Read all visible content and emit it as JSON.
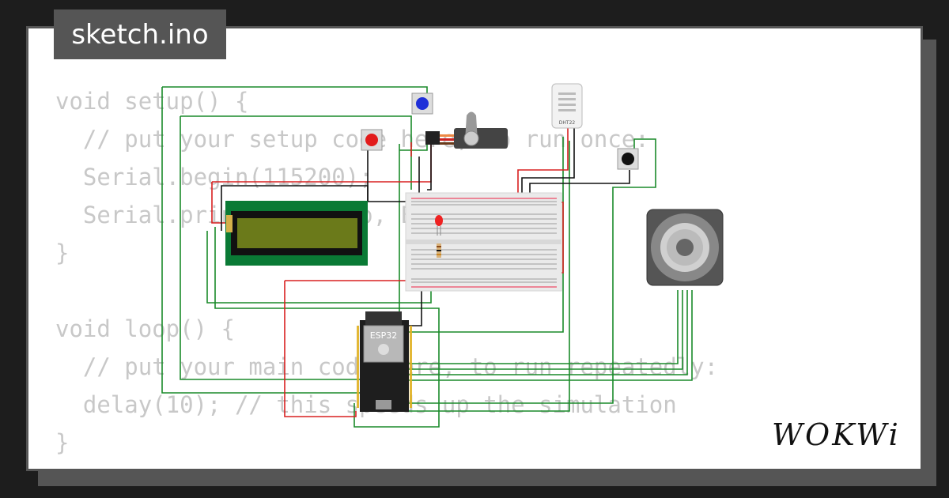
{
  "file_tab": {
    "label": "sketch.ino"
  },
  "code_lines": [
    "void setup() {",
    "  // put your setup code here, to run once:",
    "  Serial.begin(115200);",
    "  Serial.println(\"Hello, ESP32!\");",
    "}",
    "",
    "void loop() {",
    "  // put your main code here, to run repeatedly:",
    "  delay(10); // this speeds up the simulation",
    "}"
  ],
  "components": {
    "mcu_label": "ESP32",
    "sensor_label": "DHT22"
  },
  "brand": {
    "logo_text": "WOKWi"
  },
  "colors": {
    "background": "#1d1d1d",
    "frame": "#555555",
    "code_text": "#c8c8c8",
    "wire_green": "#1a8a2a",
    "wire_red": "#d82020",
    "wire_black": "#111111",
    "lcd_pcb": "#0a7a35",
    "lcd_screen": "#6b7a1a"
  }
}
